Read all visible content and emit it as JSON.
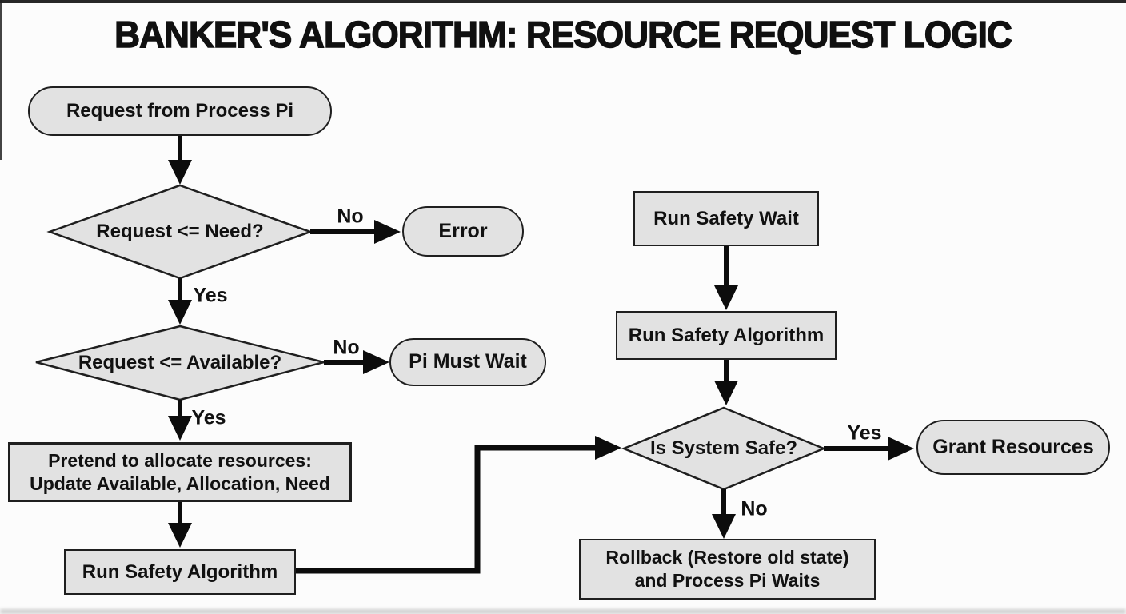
{
  "title": "BANKER'S ALGORITHM: RESOURCE REQUEST LOGIC",
  "colors": {
    "background": "#fcfcfc",
    "node_fill": "#e2e2e2",
    "node_border": "#1f1f1f",
    "arrow": "#0c0c0c",
    "text": "#111111"
  },
  "nodes": {
    "request": {
      "type": "terminator",
      "label": "Request from Process Pi"
    },
    "check_need": {
      "type": "decision",
      "label": "Request <= Need?"
    },
    "error": {
      "type": "terminator",
      "label": "Error"
    },
    "check_available": {
      "type": "decision",
      "label": "Request <= Available?"
    },
    "pi_must_wait": {
      "type": "terminator",
      "label": "Pi Must Wait"
    },
    "pretend_allocate": {
      "type": "process",
      "line1": "Pretend to allocate resources:",
      "line2": "Update Available, Allocation, Need"
    },
    "run_safety_left": {
      "type": "process",
      "label": "Run Safety Algorithm"
    },
    "run_safety_wait": {
      "type": "process",
      "label": "Run Safety Wait"
    },
    "run_safety_right": {
      "type": "process",
      "label": "Run Safety Algorithm"
    },
    "is_system_safe": {
      "type": "decision",
      "label": "Is System Safe?"
    },
    "grant_resources": {
      "type": "terminator",
      "label": "Grant Resources"
    },
    "rollback": {
      "type": "process",
      "line1": "Rollback (Restore old state)",
      "line2": "and Process Pi Waits"
    }
  },
  "edge_labels": {
    "need_no": "No",
    "need_yes": "Yes",
    "available_no": "No",
    "available_yes": "Yes",
    "safe_yes": "Yes",
    "safe_no": "No"
  }
}
